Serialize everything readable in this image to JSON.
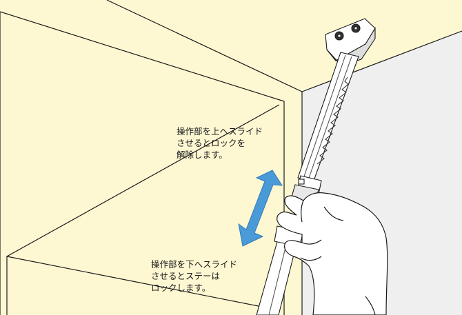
{
  "colors": {
    "cabinet_fill": "#fdf7d2",
    "side_fill": "#f0f0f0",
    "arrow_fill": "#4a9ad8",
    "line": "#1a1a1a"
  },
  "captions": {
    "unlock": {
      "line1": "操作部を上へスライド",
      "line2": "させるとロックを",
      "line3": "解除します。"
    },
    "lock": {
      "line1": "操作部を下へスライド",
      "line2": "させるとステーは",
      "line3": "ロックします。"
    }
  },
  "icons": {
    "arrow": "double-headed-arrow-icon",
    "hand": "hand-icon",
    "stay": "stay-arm-icon",
    "bracket": "mount-bracket-icon"
  }
}
